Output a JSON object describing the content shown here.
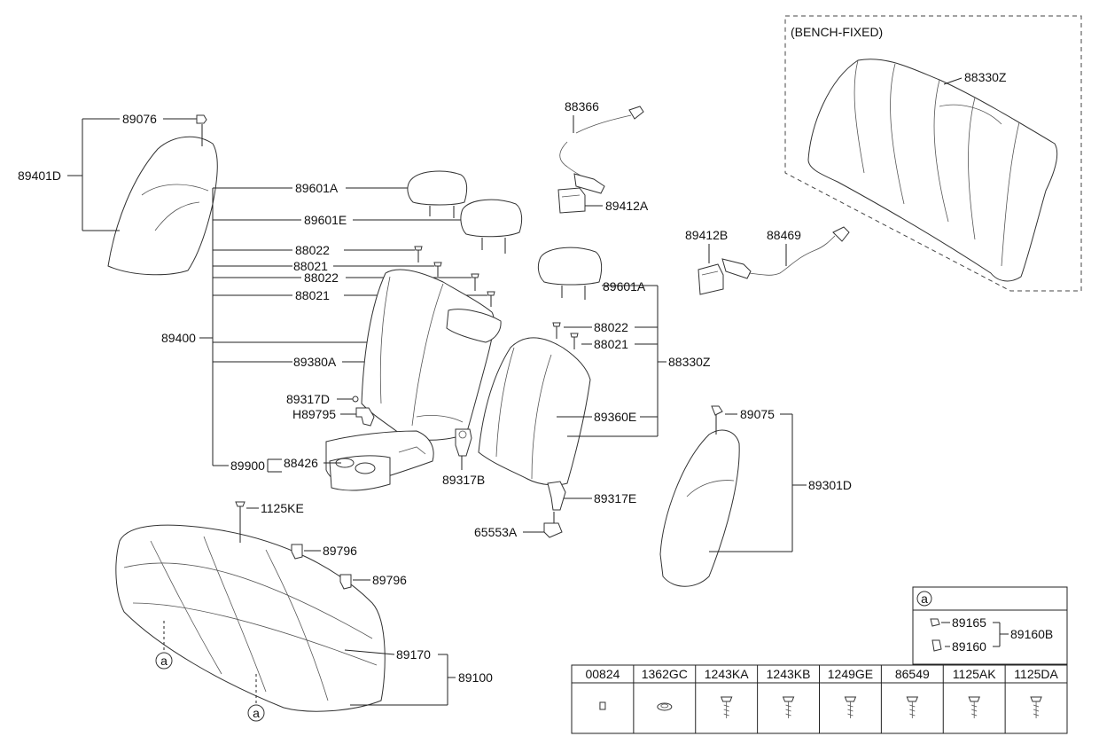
{
  "bench_label": "(BENCH-FIXED)",
  "labels": {
    "p89076": "89076",
    "p89401D": "89401D",
    "p89601A_1": "89601A",
    "p89601E": "89601E",
    "p88022_1": "88022",
    "p88021_1": "88021",
    "p88022_2": "88022",
    "p88021_2": "88021",
    "p89400": "89400",
    "p89380A": "89380A",
    "p89317D": "89317D",
    "pH89795": "H89795",
    "p89900": "89900",
    "p88426": "88426",
    "p89317B": "89317B",
    "p88366": "88366",
    "p89412A": "89412A",
    "p89412B": "89412B",
    "p88469": "88469",
    "p88330Z_bench": "88330Z",
    "p89601A_2": "89601A",
    "p88022_3": "88022",
    "p88021_3": "88021",
    "p88330Z": "88330Z",
    "p89360E": "89360E",
    "p89075": "89075",
    "p89301D": "89301D",
    "p89317E": "89317E",
    "p65553A": "65553A",
    "p1125KE": "1125KE",
    "p89796_1": "89796",
    "p89796_2": "89796",
    "p89170": "89170",
    "p89100": "89100",
    "ref_a1": "a",
    "ref_a2": "a"
  },
  "ref_box": {
    "marker": "a",
    "p89165": "89165",
    "p89160": "89160",
    "p89160B": "89160B"
  },
  "fastener_table": {
    "headers": [
      "00824",
      "1362GC",
      "1243KA",
      "1243KB",
      "1249GE",
      "86549",
      "1125AK",
      "1125DA"
    ]
  }
}
